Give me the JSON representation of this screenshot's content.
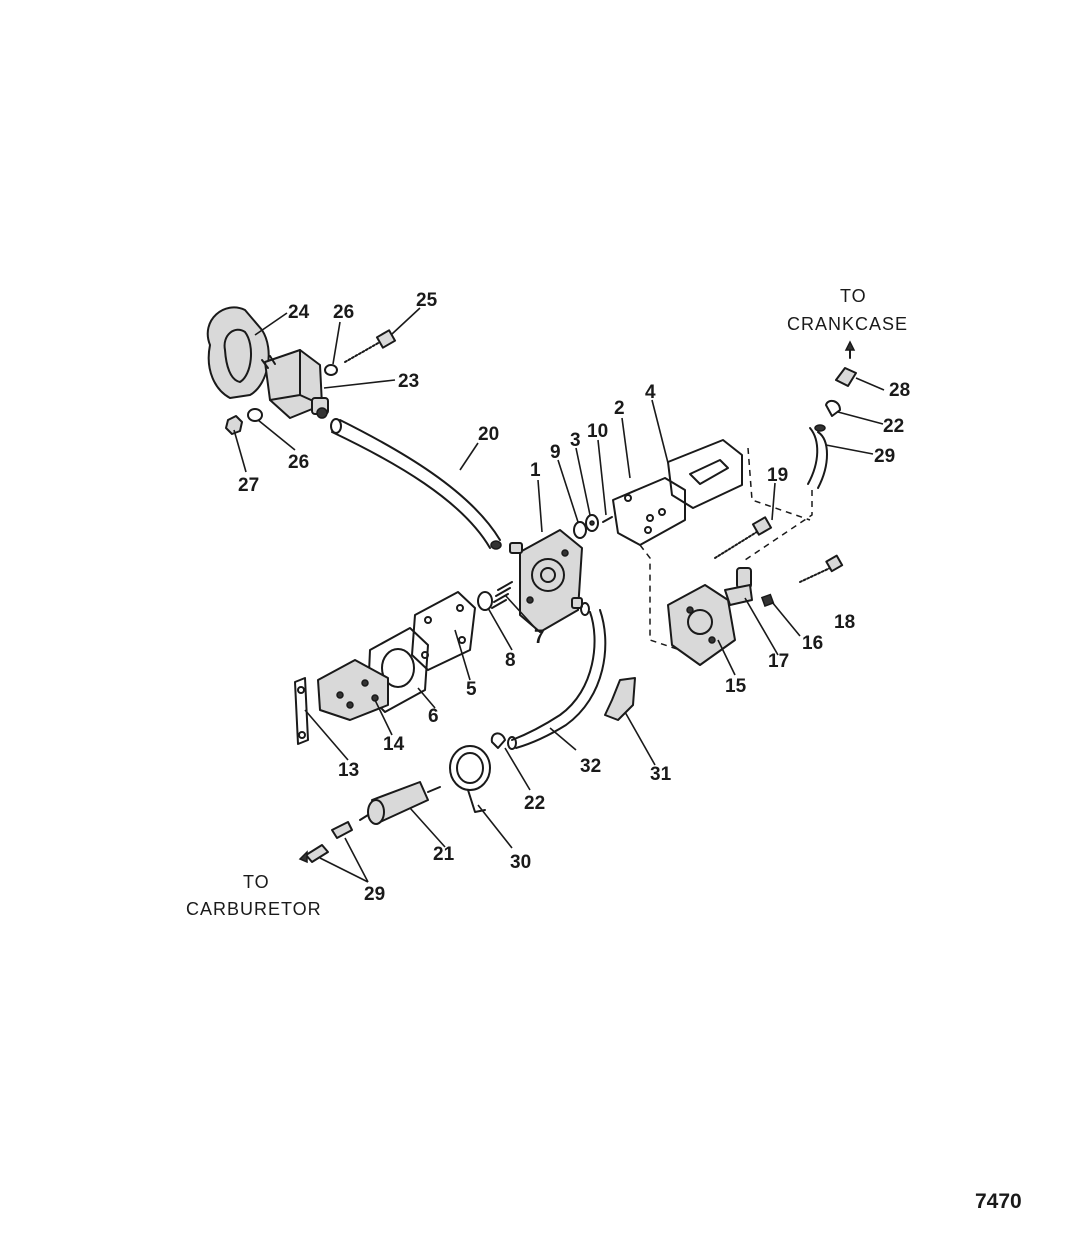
{
  "destinations": {
    "crankcase_line1": "TO",
    "crankcase_line2": "CRANKCASE",
    "carburetor_line1": "TO",
    "carburetor_line2": "CARBURETOR"
  },
  "figure_number": "7470",
  "callouts": {
    "c1": "1",
    "c2": "2",
    "c3": "3",
    "c4": "4",
    "c5": "5",
    "c6": "6",
    "c7": "7",
    "c8": "8",
    "c9": "9",
    "c10": "10",
    "c13": "13",
    "c14": "14",
    "c15": "15",
    "c16": "16",
    "c17": "17",
    "c18": "18",
    "c19": "19",
    "c20": "20",
    "c21": "21",
    "c22a": "22",
    "c22b": "22",
    "c23": "23",
    "c24": "24",
    "c25": "25",
    "c26a": "26",
    "c26b": "26",
    "c27": "27",
    "c28": "28",
    "c29a": "29",
    "c29b": "29",
    "c30": "30",
    "c31": "31",
    "c32": "32"
  }
}
